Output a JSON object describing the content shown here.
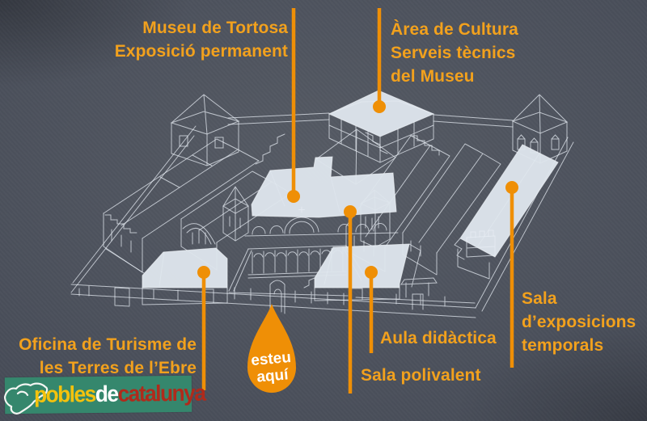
{
  "sign": {
    "labels": {
      "museu": {
        "lines": [
          "Museu de Tortosa",
          "Exposició permanent"
        ]
      },
      "area": {
        "lines": [
          "Àrea de Cultura",
          "Serveis tècnics",
          "del Museu"
        ]
      },
      "oficina": {
        "lines": [
          "Oficina de Turisme de",
          "les Terres de l’Ebre"
        ]
      },
      "aula": {
        "lines": [
          "Aula didàctica"
        ]
      },
      "sala_polivalent": {
        "lines": [
          "Sala polivalent"
        ]
      },
      "sala_exposicions": {
        "lines": [
          "Sala",
          "d’exposicions",
          "temporals"
        ]
      },
      "marker": {
        "lines": [
          "esteu",
          "aquí"
        ]
      }
    },
    "logo": {
      "part1": "pobles",
      "part2": "de",
      "part3": "catalunya"
    },
    "colors": {
      "background": "#4B505B",
      "callout_orange": "#EF8F06",
      "label_orange": "#F2A11D",
      "roof_highlight": "#DEE5EC",
      "line_art": "#E9EFF5",
      "logo_green": "#35876D",
      "logo_yellow": "#F4C20D",
      "logo_red": "#B02A1B"
    }
  }
}
